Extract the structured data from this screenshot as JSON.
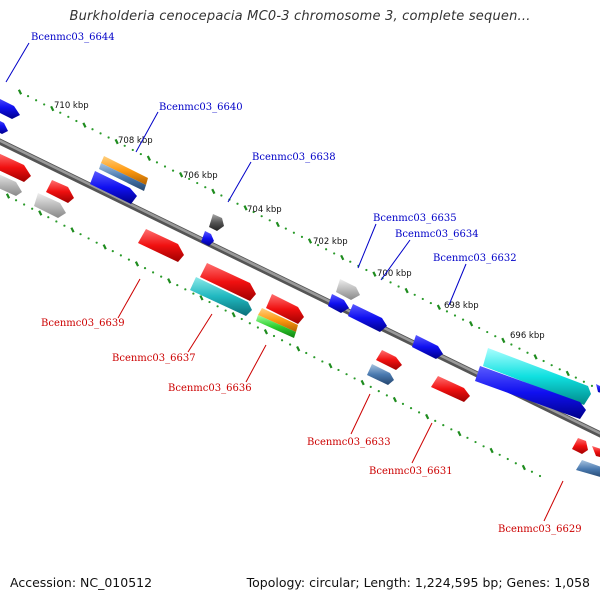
{
  "title": "Burkholderia cenocepacia MC0-3 chromosome 3, complete sequen...",
  "footer": {
    "accession": "Accession: NC_010512",
    "summary": "Topology: circular; Length: 1,224,595 bp; Genes: 1,058"
  },
  "colors": {
    "forward_label": "#0000c8",
    "reverse_label": "#cc0000",
    "backbone": "#777777",
    "tick": "#1e8c1e",
    "dot": "#2a9a2a"
  },
  "kbp_ticks": [
    "710 kbp",
    "708 kbp",
    "706 kbp",
    "704 kbp",
    "702 kbp",
    "700 kbp",
    "698 kbp",
    "696 kbp"
  ],
  "forward_labels": [
    "Bcenmc03_6644",
    "Bcenmc03_6640",
    "Bcenmc03_6638",
    "Bcenmc03_6635",
    "Bcenmc03_6634",
    "Bcenmc03_6632"
  ],
  "reverse_labels": [
    "Bcenmc03_6639",
    "Bcenmc03_6637",
    "Bcenmc03_6636",
    "Bcenmc03_6633",
    "Bcenmc03_6631",
    "Bcenmc03_6629"
  ]
}
